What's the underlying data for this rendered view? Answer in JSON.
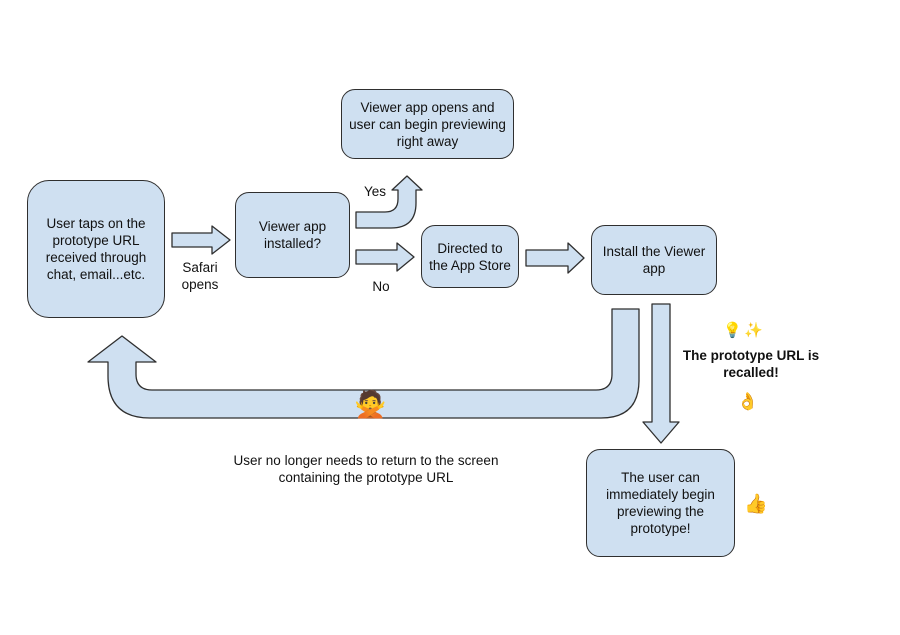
{
  "nodes": {
    "start": "User taps on the prototype URL received through chat, email...etc.",
    "check": "Viewer app installed?",
    "opens": "Viewer app opens and user can begin previewing right away",
    "store": "Directed to the App Store",
    "install": "Install the Viewer app",
    "result": "The user can immediately begin previewing the prototype!"
  },
  "labels": {
    "safari": "Safari opens",
    "yes": "Yes",
    "no": "No",
    "recalled": "The prototype URL is recalled!",
    "no_return": "User no longer needs to return to the screen containing the prototype URL"
  },
  "icons": {
    "lightbulb": "💡",
    "sparkles": "✨",
    "ok_hand": "👌",
    "thumbs_up": "👍",
    "person_gesturing_no": "🙅"
  },
  "colors": {
    "node_fill": "#cfe0f1",
    "arrow_fill": "#cfe0f1",
    "stroke": "#2f2f2f"
  }
}
